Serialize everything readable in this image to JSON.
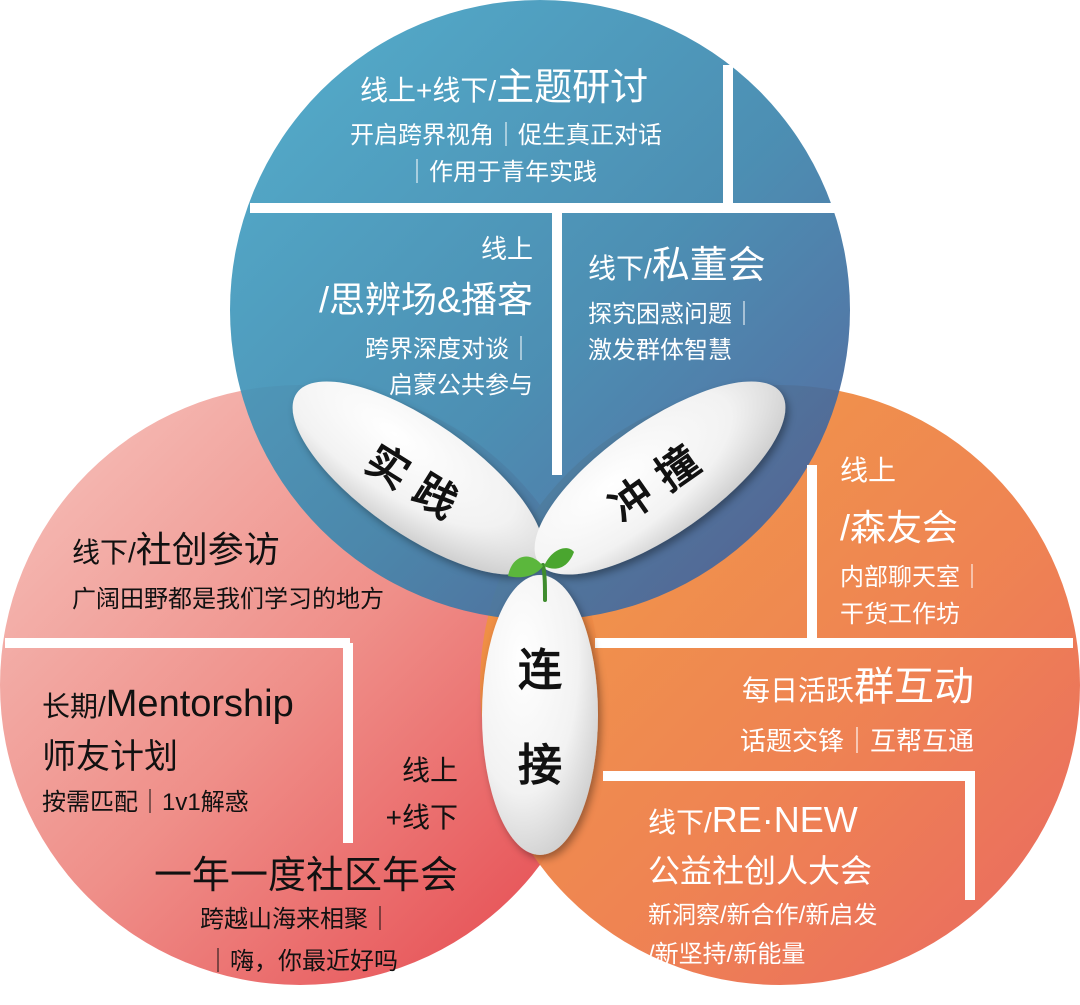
{
  "top_section": {
    "block1": {
      "prefix": "线上+线下/",
      "title": "主题研讨",
      "line1": "开启跨界视角｜促生真正对话",
      "line2": "｜作用于青年实践"
    },
    "block2": {
      "line0": "线上",
      "title": "/思辨场&播客",
      "line1": "跨界深度对谈｜",
      "line2": "启蒙公共参与"
    },
    "block3": {
      "prefix": "线下/",
      "title": "私董会",
      "line1": "探究困惑问题｜",
      "line2": "激发群体智慧"
    }
  },
  "left_section": {
    "block1": {
      "prefix": "线下/",
      "title": "社创参访",
      "line1": "广阔田野都是我们学习的地方"
    },
    "block2": {
      "prefix": "长期/",
      "title": "Mentorship",
      "line2": "师友计划",
      "line3": "按需匹配｜1v1解惑"
    },
    "block3": {
      "tag1": "线上",
      "tag2": "+线下",
      "title": "一年一度社区年会",
      "line1": "跨越山海来相聚｜",
      "line2": "｜嗨，你最近好吗"
    }
  },
  "right_section": {
    "block1": {
      "line0": "线上",
      "title": "/森友会",
      "line1": "内部聊天室｜",
      "line2": "干货工作坊"
    },
    "block2": {
      "prefix": "每日活跃",
      "title": "群互动",
      "line1": "话题交锋｜互帮互通"
    },
    "block3": {
      "prefix": "线下/",
      "title": "RE·NEW",
      "line1": "公益社创人大会",
      "line2": "新洞察/新合作/新启发",
      "line3": "/新坚持/新能量"
    }
  },
  "center": {
    "petal_left": "实践",
    "petal_right": "冲撞",
    "petal_bottom_1": "连",
    "petal_bottom_2": "接",
    "sprout": "sprout-icon"
  },
  "colors": {
    "blue_light": "#4aa8c8",
    "blue_dark": "#3d5e9a",
    "red_light": "#f3b3ae",
    "red_dark": "#e24a4d",
    "orange_light": "#f2a04e",
    "orange_dark": "#ec6f54"
  }
}
